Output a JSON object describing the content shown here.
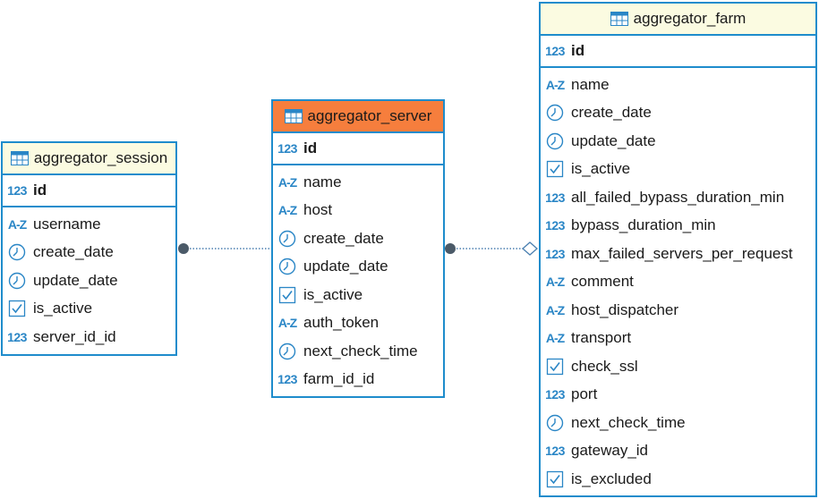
{
  "entities": {
    "session": {
      "name": "aggregator_session",
      "pk": "id",
      "columns": [
        {
          "name": "username",
          "type": "string"
        },
        {
          "name": "create_date",
          "type": "datetime"
        },
        {
          "name": "update_date",
          "type": "datetime"
        },
        {
          "name": "is_active",
          "type": "boolean"
        },
        {
          "name": "server_id_id",
          "type": "number"
        }
      ]
    },
    "server": {
      "name": "aggregator_server",
      "selected": true,
      "pk": "id",
      "columns": [
        {
          "name": "name",
          "type": "string"
        },
        {
          "name": "host",
          "type": "string"
        },
        {
          "name": "create_date",
          "type": "datetime"
        },
        {
          "name": "update_date",
          "type": "datetime"
        },
        {
          "name": "is_active",
          "type": "boolean"
        },
        {
          "name": "auth_token",
          "type": "string"
        },
        {
          "name": "next_check_time",
          "type": "datetime"
        },
        {
          "name": "farm_id_id",
          "type": "number"
        }
      ]
    },
    "farm": {
      "name": "aggregator_farm",
      "pk": "id",
      "columns": [
        {
          "name": "name",
          "type": "string"
        },
        {
          "name": "create_date",
          "type": "datetime"
        },
        {
          "name": "update_date",
          "type": "datetime"
        },
        {
          "name": "is_active",
          "type": "boolean"
        },
        {
          "name": "all_failed_bypass_duration_min",
          "type": "number"
        },
        {
          "name": "bypass_duration_min",
          "type": "number"
        },
        {
          "name": "max_failed_servers_per_request",
          "type": "number"
        },
        {
          "name": "comment",
          "type": "string"
        },
        {
          "name": "host_dispatcher",
          "type": "string"
        },
        {
          "name": "transport",
          "type": "string"
        },
        {
          "name": "check_ssl",
          "type": "boolean"
        },
        {
          "name": "port",
          "type": "number"
        },
        {
          "name": "next_check_time",
          "type": "datetime"
        },
        {
          "name": "gateway_id",
          "type": "number"
        },
        {
          "name": "is_excluded",
          "type": "boolean"
        }
      ]
    }
  },
  "icons": {
    "number": "123",
    "string": "A-Z"
  },
  "colors": {
    "border": "#1e8ccc",
    "header": "#fbfbe1",
    "header_selected": "#f67e3d",
    "icon": "#2a86c6",
    "relation": "#4a7fb0"
  }
}
